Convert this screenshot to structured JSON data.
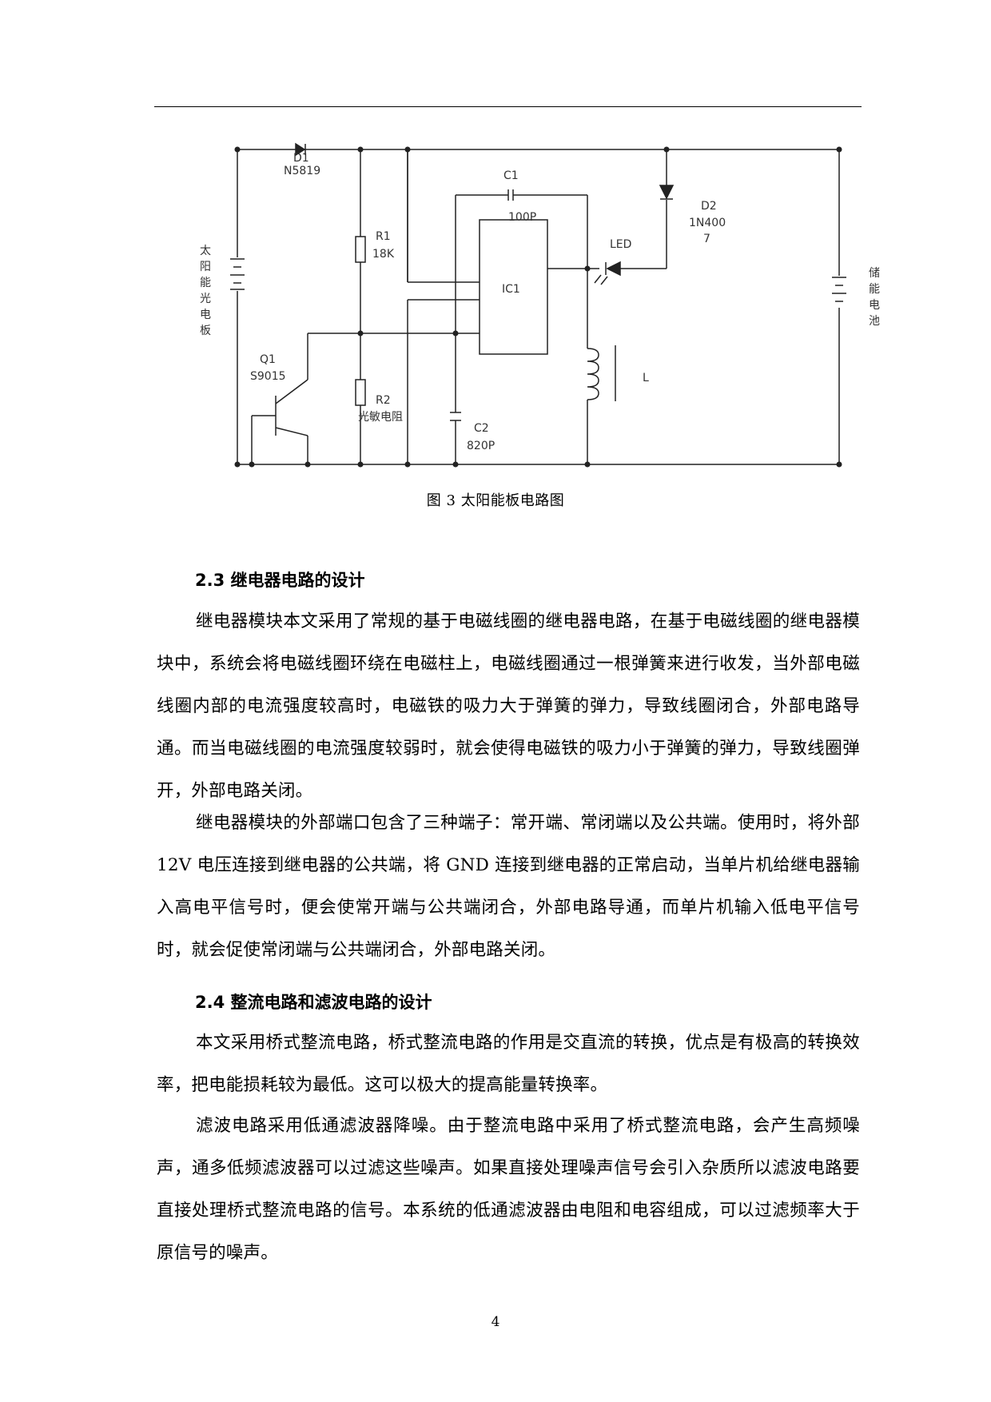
{
  "figure": {
    "labels": {
      "d1": "D1",
      "d1_part": "N5819",
      "c1": "C1",
      "c1_val": "100P",
      "d2": "D2",
      "d2_part_1": "1N400",
      "d2_part_2": "7",
      "led": "LED",
      "r1": "R1",
      "r1_val": "18K",
      "ic1": "IC1",
      "q1": "Q1",
      "q1_part": "S9015",
      "r2": "R2",
      "r2_val": "光敏电阻",
      "c2": "C2",
      "c2_val": "820P",
      "l": "L",
      "solar_panel": [
        "太",
        "阳",
        "能",
        "光",
        "电",
        "板"
      ],
      "battery": [
        "储",
        "能",
        "电",
        "池"
      ]
    },
    "caption": "图 3  太阳能板电路图"
  },
  "sections": [
    {
      "heading": "2.3 继电器电路的设计",
      "paragraphs": [
        "继电器模块本文采用了常规的基于电磁线圈的继电器电路，在基于电磁线圈的继电器模块中，系统会将电磁线圈环绕在电磁柱上，电磁线圈通过一根弹簧来进行收发，当外部电磁线圈内部的电流强度较高时，电磁铁的吸力大于弹簧的弹力，导致线圈闭合，外部电路导通。而当电磁线圈的电流强度较弱时，就会使得电磁铁的吸力小于弹簧的弹力，导致线圈弹开，外部电路关闭。",
        "继电器模块的外部端口包含了三种端子：常开端、常闭端以及公共端。使用时，将外部 12V 电压连接到继电器的公共端，将 GND 连接到继电器的正常启动，当单片机给继电器输入高电平信号时，便会使常开端与公共端闭合，外部电路导通，而单片机输入低电平信号时，就会促使常闭端与公共端闭合，外部电路关闭。"
      ]
    },
    {
      "heading": "2.4 整流电路和滤波电路的设计",
      "paragraphs": [
        "本文采用桥式整流电路，桥式整流电路的作用是交直流的转换，优点是有极高的转换效率，把电能损耗较为最低。这可以极大的提高能量转换率。",
        "滤波电路采用低通滤波器降噪。由于整流电路中采用了桥式整流电路，会产生高频噪声，通多低频滤波器可以过滤这些噪声。如果直接处理噪声信号会引入杂质所以滤波电路要直接处理桥式整流电路的信号。本系统的低通滤波器由电阻和电容组成，可以过滤频率大于原信号的噪声。"
      ]
    }
  ],
  "page_number": "4"
}
